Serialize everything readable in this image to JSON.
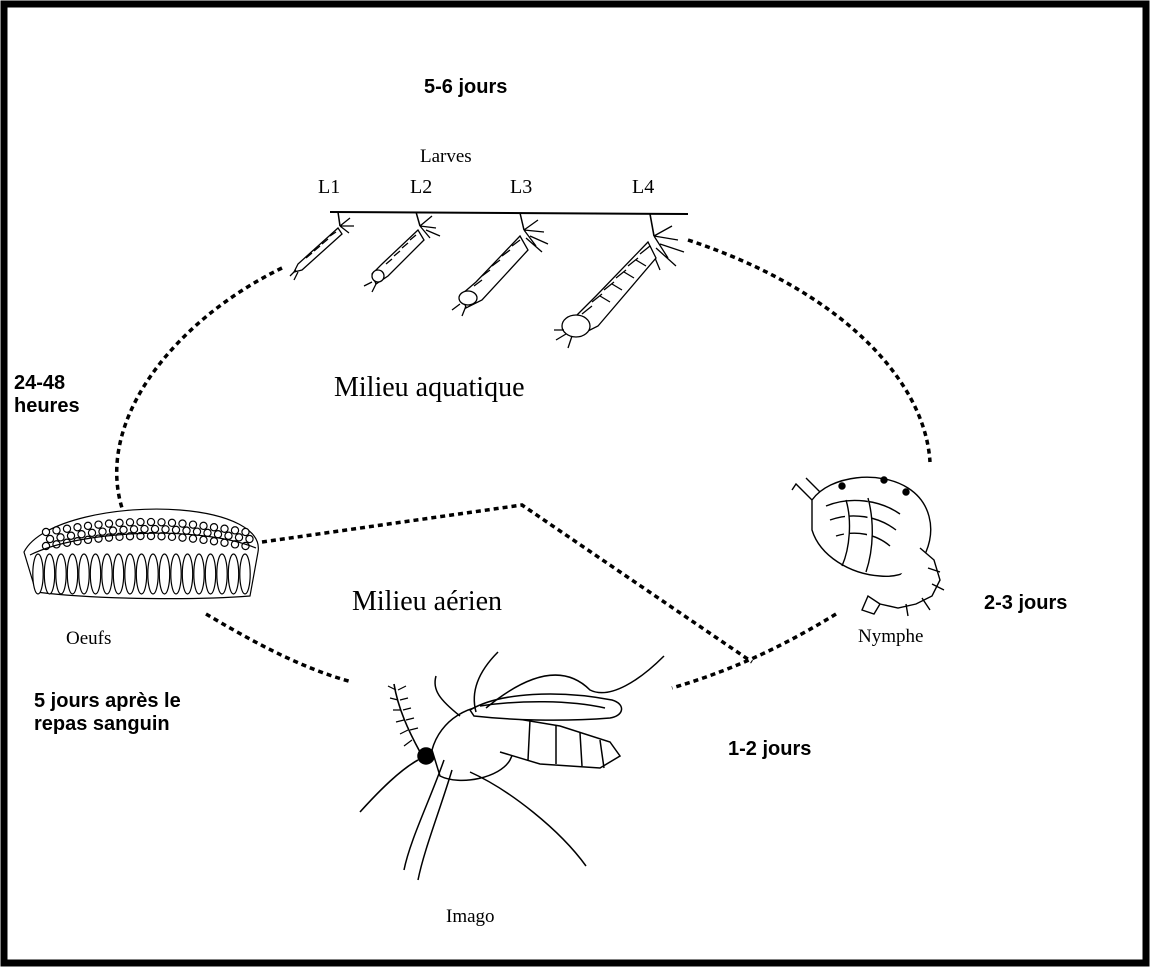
{
  "diagram": {
    "durations": {
      "larval_stage": "5-6 jours",
      "egg_hatch": "24-48\nheures",
      "pupa": "2-3 jours",
      "adult_emergence": "1-2 jours",
      "oviposition": "5 jours après le\nrepas sanguin"
    },
    "larvae": {
      "title": "Larves",
      "stages": [
        "L1",
        "L2",
        "L3",
        "L4"
      ]
    },
    "environments": {
      "aquatic": "Milieu aquatique",
      "aerial": "Milieu aérien"
    },
    "stages": {
      "eggs": "Oeufs",
      "pupa": "Nymphe",
      "adult": "Imago"
    },
    "colors": {
      "ink": "#000000",
      "background": "#ffffff"
    }
  }
}
